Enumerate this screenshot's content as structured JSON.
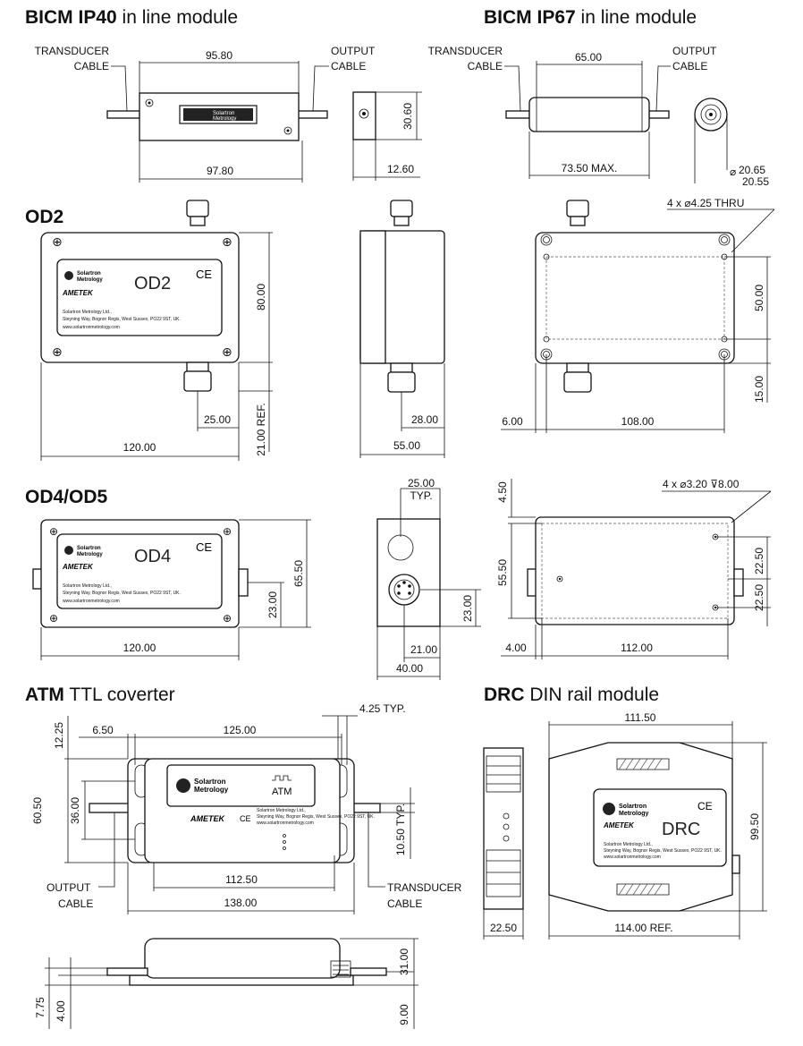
{
  "sections": {
    "bicm_ip40": {
      "bold": "BICM IP40",
      "rest": " in line module"
    },
    "bicm_ip67": {
      "bold": "BICM IP67",
      "rest": " in line module"
    },
    "od2": {
      "bold": "OD2",
      "rest": ""
    },
    "od4": {
      "bold": "OD4/OD5",
      "rest": ""
    },
    "atm": {
      "bold": "ATM",
      "rest": " TTL coverter"
    },
    "drc": {
      "bold": "DRC",
      "rest": " DIN rail module"
    }
  },
  "labels": {
    "transducer_cable_1": "TRANSDUCER",
    "transducer_cable_2": "CABLE",
    "output_cable_1": "OUTPUT",
    "output_cable_2": "CABLE",
    "typ": "TYP."
  },
  "dims": {
    "ip40_len": "95.80",
    "ip40_total": "97.80",
    "ip40_height": "30.60",
    "ip40_depth": "12.60",
    "ip67_len": "65.00",
    "ip67_max": "73.50 MAX.",
    "ip67_dia1": "20.65",
    "ip67_dia2": "20.55",
    "ip67_dia_sym": "⌀",
    "od2_holes": "4 x ⌀4.25 THRU",
    "od2_h": "80.00",
    "od2_25": "25.00",
    "od2_ref": "21.00 REF.",
    "od2_w": "120.00",
    "od2_28": "28.00",
    "od2_55": "55.00",
    "od2_50": "50.00",
    "od2_15": "15.00",
    "od2_6": "6.00",
    "od2_108": "108.00",
    "od4_25typ": "25.00",
    "od4_450": "4.50",
    "od4_holes": "4 x ⌀3.20 ⊽8.00",
    "od4_h": "65.50",
    "od4_23": "23.00",
    "od4_w": "120.00",
    "od4_23b": "23.00",
    "od4_21": "21.00",
    "od4_40": "40.00",
    "od4_5550": "55.50",
    "od4_2250a": "22.50",
    "od4_2250b": "22.50",
    "od4_4": "4.00",
    "od4_112": "112.00",
    "atm_1225": "12.25",
    "atm_650": "6.50",
    "atm_125": "125.00",
    "atm_425": "4.25 TYP.",
    "atm_6050": "60.50",
    "atm_36": "36.00",
    "atm_1050": "10.50 TYP.",
    "atm_11250": "112.50",
    "atm_138": "138.00",
    "atm_31": "31.00",
    "atm_775": "7.75",
    "atm_4": "4.00",
    "atm_9": "9.00",
    "drc_11150": "111.50",
    "drc_9950": "99.50",
    "drc_2250": "22.50",
    "drc_114": "114.00 REF."
  },
  "product_labels": {
    "od2_name": "OD2",
    "od4_name": "OD4",
    "atm_name": "ATM",
    "drc_name": "DRC",
    "brand_1": "Solartron",
    "brand_2": "Metrology",
    "ametek": "AMETEK",
    "ce": "CE",
    "addr_1": "Solartron Metrology Ltd.,",
    "addr_2": "Steyning Way, Bognor Regis, West Sussex, PO22 9ST, UK.",
    "addr_3": "www.solartronmetrology.com"
  }
}
